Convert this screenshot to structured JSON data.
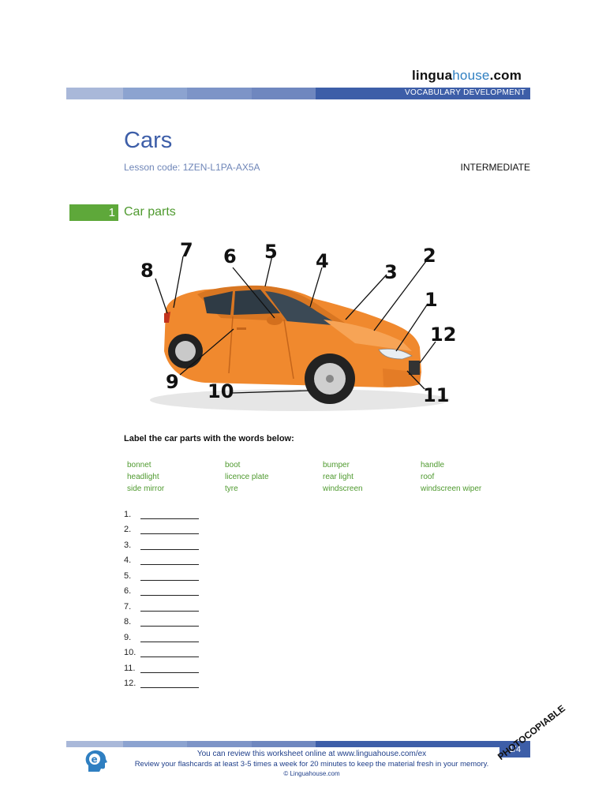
{
  "header": {
    "brand_main": "lingua",
    "brand_accent": "house",
    "brand_tld": ".com",
    "band_label": "VOCABULARY DEVELOPMENT",
    "band_colors": [
      "#a9b8d9",
      "#8ca3d0",
      "#7d94c7",
      "#6f87bf",
      "#3d5ea8"
    ]
  },
  "document": {
    "title": "Cars",
    "lesson_code": "Lesson code: 1ZEN-L1PA-AX5A",
    "level": "INTERMEDIATE"
  },
  "section": {
    "number": "1",
    "title": "Car parts",
    "accent_color": "#5ea83a"
  },
  "figure": {
    "car_color": "#f0892e",
    "labels": [
      "1",
      "2",
      "3",
      "4",
      "5",
      "6",
      "7",
      "8",
      "9",
      "10",
      "11",
      "12"
    ]
  },
  "exercise": {
    "instruction": "Label the car parts with the words below:",
    "words": [
      "bonnet",
      "boot",
      "bumper",
      "handle",
      "headlight",
      "licence plate",
      "rear light",
      "roof",
      "side mirror",
      "tyre",
      "windscreen",
      "windscreen wiper"
    ],
    "answer_numbers": [
      "1.",
      "2.",
      "3.",
      "4.",
      "5.",
      "6.",
      "7.",
      "8.",
      "9.",
      "10.",
      "11.",
      "12."
    ]
  },
  "footer": {
    "line1": "You can review this worksheet online at www.linguahouse.com/ex",
    "line2": "Review your flashcards at least 3-5 times a week for 20 minutes to keep the material fresh in your memory.",
    "line3": "© Linguahouse.com",
    "page": "1/4",
    "photocopiable": "PHOTOCOPIABLE",
    "logo_icon": "e-head-icon"
  }
}
